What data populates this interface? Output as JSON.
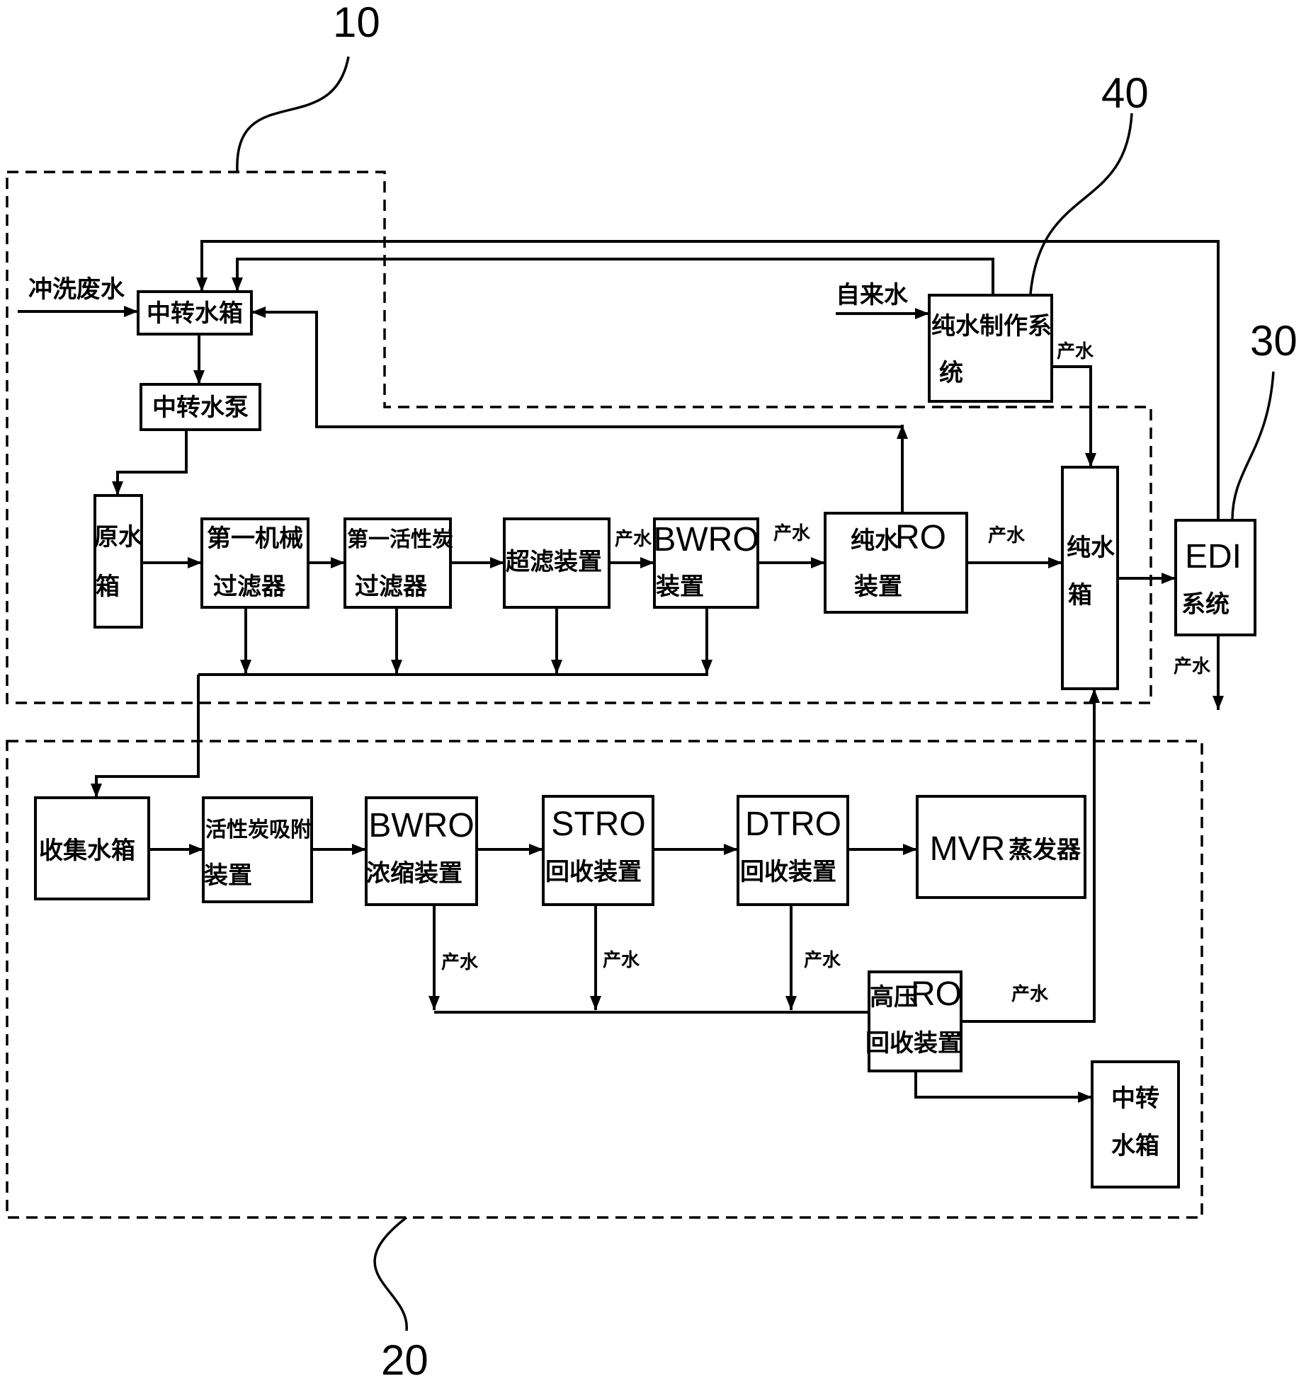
{
  "refs": {
    "r10": "10",
    "r20": "20",
    "r30": "30",
    "r40": "40"
  },
  "inputs": {
    "flush_wastewater": "冲洗废水",
    "tap_water": "自来水"
  },
  "flow_label": "产水",
  "nodes": {
    "transfer_tank": "中转水箱",
    "transfer_pump": "中转水泵",
    "raw_tank_l1": "原水",
    "raw_tank_l2": "箱",
    "mech_filter_l1": "第一机械",
    "mech_filter_l2": "过滤器",
    "carbon_filter_l1": "第一活性炭",
    "carbon_filter_l2": "过滤器",
    "ultrafilter": "超滤装置",
    "bwro_l1": "BWRO",
    "bwro_l2": "装置",
    "pure_ro_l1a": "纯水",
    "pure_ro_l1b": "RO",
    "pure_ro_l2": "装置",
    "pure_tank_l1": "纯水",
    "pure_tank_l2": "箱",
    "edi_l1": "EDI",
    "edi_l2": "系统",
    "pure_sys_l1": "纯水制作系",
    "pure_sys_l2": "统",
    "collect_tank": "收集水箱",
    "carbon_ads_l1": "活性炭吸附",
    "carbon_ads_l2": "装置",
    "bwro_conc_l1": "BWRO",
    "bwro_conc_l2": "浓缩装置",
    "stro_l1": "STRO",
    "stro_l2": "回收装置",
    "dtro_l1": "DTRO",
    "dtro_l2": "回收装置",
    "mvr_a": "MVR",
    "mvr_b": "蒸发器",
    "hp_ro_l1a": "高压",
    "hp_ro_l1b": "RO",
    "hp_ro_l2": "回收装置",
    "transfer_tank2_l1": "中转",
    "transfer_tank2_l2": "水箱"
  }
}
